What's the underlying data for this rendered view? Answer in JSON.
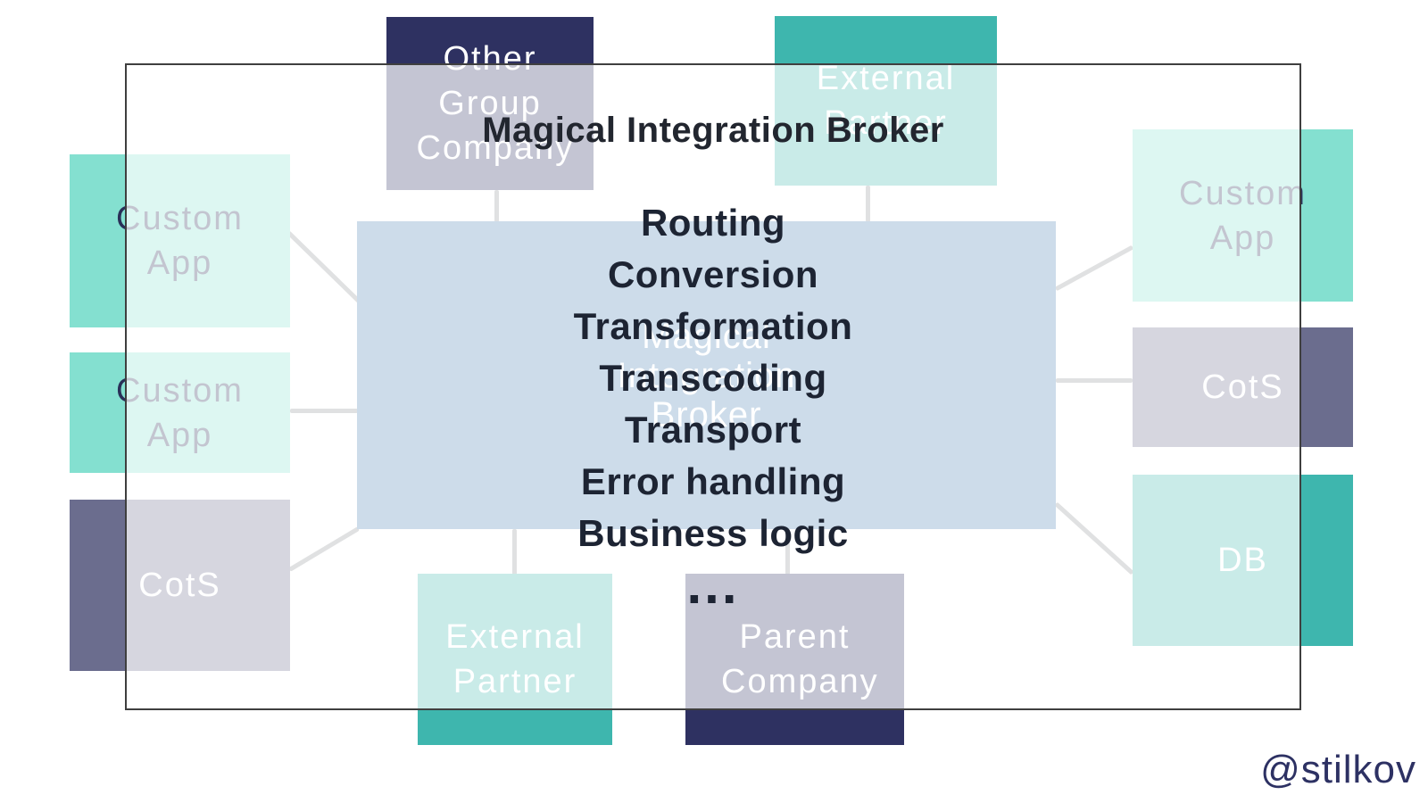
{
  "overlay": {
    "title": "Magical Integration Broker",
    "capabilities": [
      "Routing",
      "Conversion",
      "Transformation",
      "Transcoding",
      "Transport",
      "Error handling",
      "Business logic"
    ],
    "more_indicator": "..."
  },
  "hub": {
    "label": "Magical Integration Broker",
    "color": "#4b80b2"
  },
  "nodes": [
    {
      "id": "other-group-company",
      "label": "Other Group Company",
      "color": "#2e3161",
      "text_color": "#ffffff"
    },
    {
      "id": "external-partner-top",
      "label": "External Partner",
      "color": "#3eb6ae",
      "text_color": "#ffffff"
    },
    {
      "id": "custom-app-left-1",
      "label": "Custom App",
      "color": "#84e0d0",
      "text_color": "#293058"
    },
    {
      "id": "custom-app-left-2",
      "label": "Custom App",
      "color": "#84e0d0",
      "text_color": "#293058"
    },
    {
      "id": "cots-left",
      "label": "CotS",
      "color": "#6b6d8e",
      "text_color": "#ffffff"
    },
    {
      "id": "custom-app-right",
      "label": "Custom App",
      "color": "#84e0d0",
      "text_color": "#293058"
    },
    {
      "id": "cots-right",
      "label": "CotS",
      "color": "#6b6d8e",
      "text_color": "#ffffff"
    },
    {
      "id": "db",
      "label": "DB",
      "color": "#3eb6ae",
      "text_color": "#ffffff"
    },
    {
      "id": "external-partner-bottom",
      "label": "External Partner",
      "color": "#3eb6ae",
      "text_color": "#ffffff"
    },
    {
      "id": "parent-company",
      "label": "Parent Company",
      "color": "#2e3161",
      "text_color": "#ffffff"
    }
  ],
  "watermark": "@stilkov",
  "colors": {
    "mint": "#84e0d0",
    "teal": "#3eb6ae",
    "navy": "#2e3161",
    "slate": "#6b6d8e",
    "hub_blue": "#4b80b2",
    "connector_gray": "#8f9496",
    "overlay_border": "#3f3f3f",
    "title_text": "#22262f",
    "capability_text": "#1d2433",
    "watermark_text": "#2d3163"
  }
}
